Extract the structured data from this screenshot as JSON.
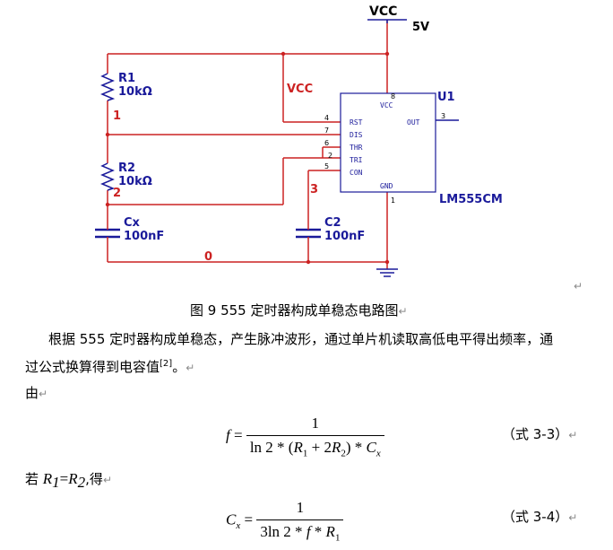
{
  "circuit": {
    "vcc_top_label": "VCC",
    "vcc_voltage": "5V",
    "vcc_net_label": "VCC",
    "r1": {
      "name": "R1",
      "value": "10kΩ"
    },
    "r2": {
      "name": "R2",
      "value": "10kΩ"
    },
    "cx": {
      "name": "Cx",
      "value": "100nF"
    },
    "c2": {
      "name": "C2",
      "value": "100nF"
    },
    "node_labels": [
      "1",
      "2",
      "3",
      "0"
    ],
    "ic": {
      "ref": "U1",
      "part": "LM555CM",
      "pin_labels": [
        "VCC",
        "RST",
        "DIS",
        "THR",
        "TRI",
        "CON",
        "OUT",
        "GND"
      ],
      "pin_numbers": [
        "8",
        "4",
        "7",
        "6",
        "2",
        "5",
        "3",
        "1"
      ]
    },
    "colors": {
      "wire": "#cc2222",
      "component": "#1a1a9a",
      "ic_text": "#1a1a9a"
    }
  },
  "caption": "图 9  555 定时器构成单稳态电路图",
  "paragraph": {
    "line1": "根据 555 定时器构成单稳态，产生脉冲波形，通过单片机读取高低电平得出频率，通",
    "line2": "过公式换算得到电容值",
    "ref": "[2]",
    "line2_end": "。"
  },
  "you": "由",
  "eq1": {
    "label": "（式 3-3）"
  },
  "if_text": {
    "pre": "若 ",
    "cond1": "R",
    "sub1": "1",
    "eq": "=",
    "cond2": "R",
    "sub2": "2",
    "post": ",得"
  },
  "eq2": {
    "label": "（式 3-4）"
  }
}
